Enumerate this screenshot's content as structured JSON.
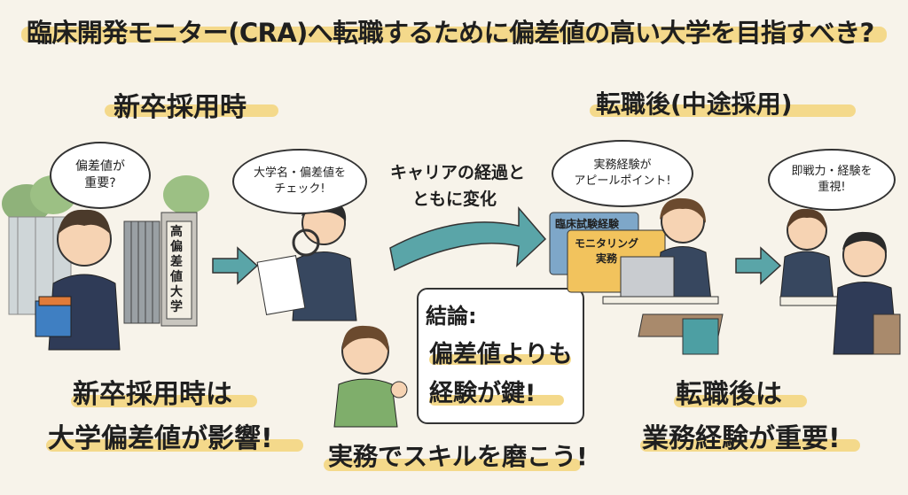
{
  "title": "臨床開発モニター(CRA)へ転職するために偏差値の高い大学を目指すべき?",
  "left": {
    "heading": "新卒採用時",
    "bubble_student": "偏差値が\n重要?",
    "gate_sign": "高偏差値大学",
    "bubble_recruiter": "大学名・偏差値を\nチェック!",
    "caption_line1": "新卒採用時は",
    "caption_line2": "大学偏差値が影響!"
  },
  "middle": {
    "arrow_label_line1": "キャリアの経過と",
    "arrow_label_line2": "ともに変化",
    "conclusion_label": "結論:",
    "conclusion_line1": "偏差値よりも",
    "conclusion_line2": "経験が鍵!",
    "bottom_caption": "実務でスキルを磨こう!"
  },
  "right": {
    "heading": "転職後(中途採用)",
    "bubble_worker": "実務経験が\nアピールポイント!",
    "folder_tab": "臨床試験経験",
    "folder_label": "モニタリング\n実務",
    "bubble_interviewer": "即戦力・経験を\n重視!",
    "caption_line1": "転職後は",
    "caption_line2": "業務経験が重要!"
  },
  "colors": {
    "highlight": "#f4d98b",
    "arrow": "#5aa5a8",
    "background": "#f7f3ea"
  }
}
